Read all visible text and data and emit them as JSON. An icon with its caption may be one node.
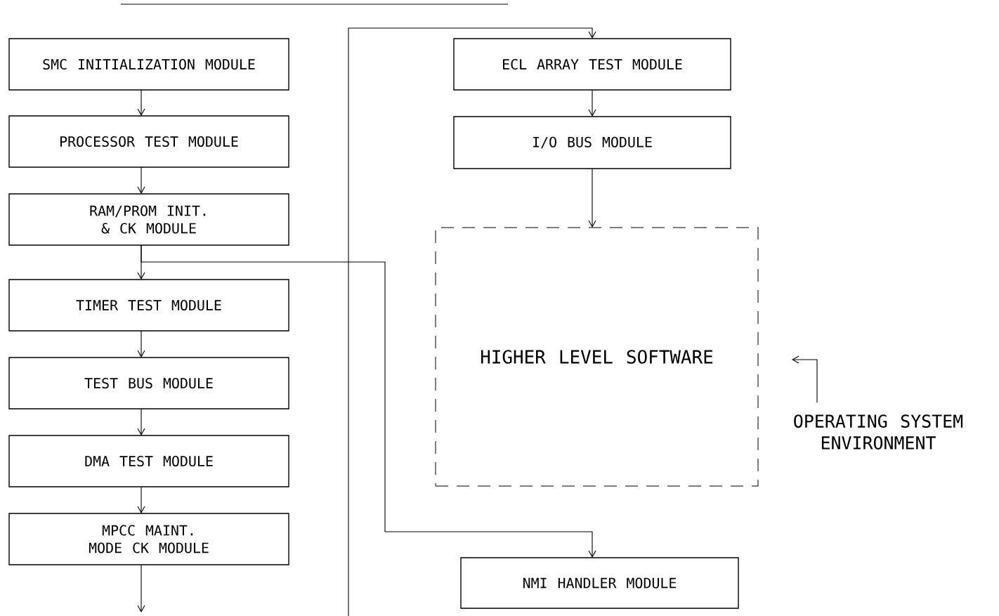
{
  "diagram": {
    "nodes": [
      {
        "text": [
          "SMC INITIALIZATION MODULE"
        ]
      },
      {
        "text": [
          "PROCESSOR TEST MODULE"
        ]
      },
      {
        "text": [
          "RAM/PROM INIT. & CK MODULE"
        ]
      },
      {
        "text": [
          "TIMER TEST MODULE"
        ]
      },
      {
        "text": [
          "TEST BUS MODULE"
        ]
      },
      {
        "text": [
          "DMA TEST MODULE"
        ]
      },
      {
        "text": [
          "MPCC MAINT. MODE CK MODULE"
        ]
      },
      {
        "text": [
          "ECL ARRAY TEST MODULE"
        ]
      },
      {
        "text": [
          "I/O BUS MODULE"
        ]
      },
      {
        "text": [
          "HIGHER LEVEL SOFTWARE"
        ]
      },
      {
        "text": [
          "OPERATING SYSTEM ENVIRONMENT"
        ]
      },
      {
        "text": [
          "NMI HANDLER MODULE"
        ]
      }
    ],
    "edges": [
      {
        "from": 0,
        "to": 1,
        "arrow": "to"
      },
      {
        "from": 1,
        "to": 2,
        "arrow": "to"
      },
      {
        "from": 2,
        "to": 3,
        "arrow": "to"
      },
      {
        "from": 2,
        "to": 11,
        "arrow": "to"
      },
      {
        "from": 3,
        "to": 4,
        "arrow": "to"
      },
      {
        "from": 4,
        "to": 5,
        "arrow": "to"
      },
      {
        "from": 5,
        "to": 6,
        "arrow": "to"
      },
      {
        "from": 6,
        "to": null,
        "arrow": "to"
      },
      {
        "from": null,
        "to": 7,
        "arrow": "to"
      },
      {
        "from": 7,
        "to": 8,
        "arrow": "to"
      },
      {
        "from": 8,
        "to": 9,
        "arrow": "to"
      },
      {
        "from": 10,
        "to": 9,
        "arrow": "to"
      }
    ]
  }
}
